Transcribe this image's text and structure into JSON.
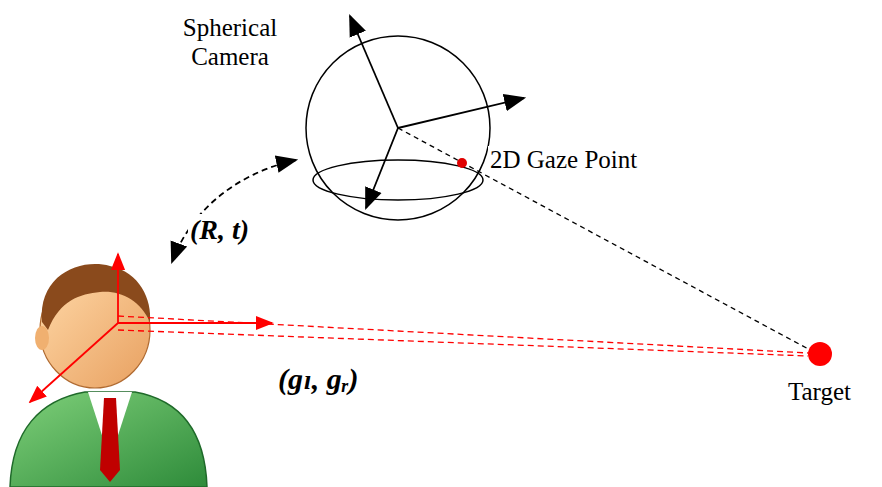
{
  "diagram": {
    "labels": [
      "Spherical Camera",
      "2D Gaze Point",
      "(R, t)",
      "(gₗ, gᵣ)",
      "Target"
    ]
  }
}
